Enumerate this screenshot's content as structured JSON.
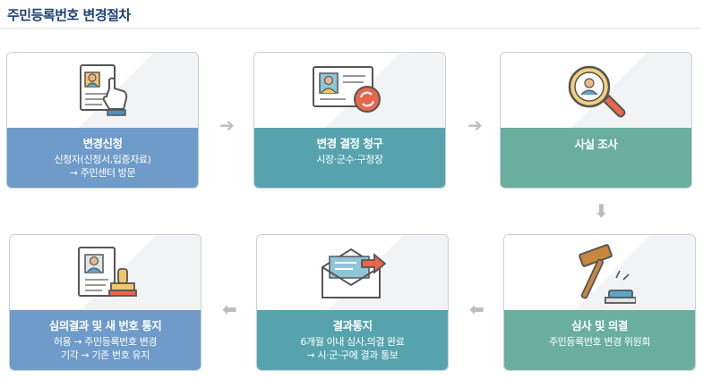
{
  "page": {
    "title": "주민등록번호 변경절차"
  },
  "steps": [
    {
      "label": "변경신청",
      "desc1": "신청자(신청서,입증자료)",
      "desc2": "→ 주민센터 방문",
      "color": "#6e9bc9",
      "icon": "document-touch-icon"
    },
    {
      "label": "변경 결정 청구",
      "desc1": "시장·군수·구청장",
      "desc2": "",
      "color": "#56a3ae",
      "icon": "id-card-refresh-icon"
    },
    {
      "label": "사실 조사",
      "desc1": "",
      "desc2": "",
      "color": "#6aaf9e",
      "icon": "magnifier-person-icon"
    },
    {
      "label": "심사 및 의결",
      "desc1": "주민등록번호 변경 위원회",
      "desc2": "",
      "color": "#6aaf9e",
      "icon": "gavel-icon"
    },
    {
      "label": "결과통지",
      "desc1": "6개월 이내 심사,의결 완료",
      "desc2": "→ 시·군·구에 결과 통보",
      "color": "#56a3ae",
      "icon": "envelope-send-icon"
    },
    {
      "label": "심의결과 및 새 번호 통지",
      "desc1": "허용 → 주민등록번호 변경",
      "desc2": "기각 → 기존 번호 유지",
      "color": "#6e9bc9",
      "icon": "document-stamp-icon"
    }
  ]
}
